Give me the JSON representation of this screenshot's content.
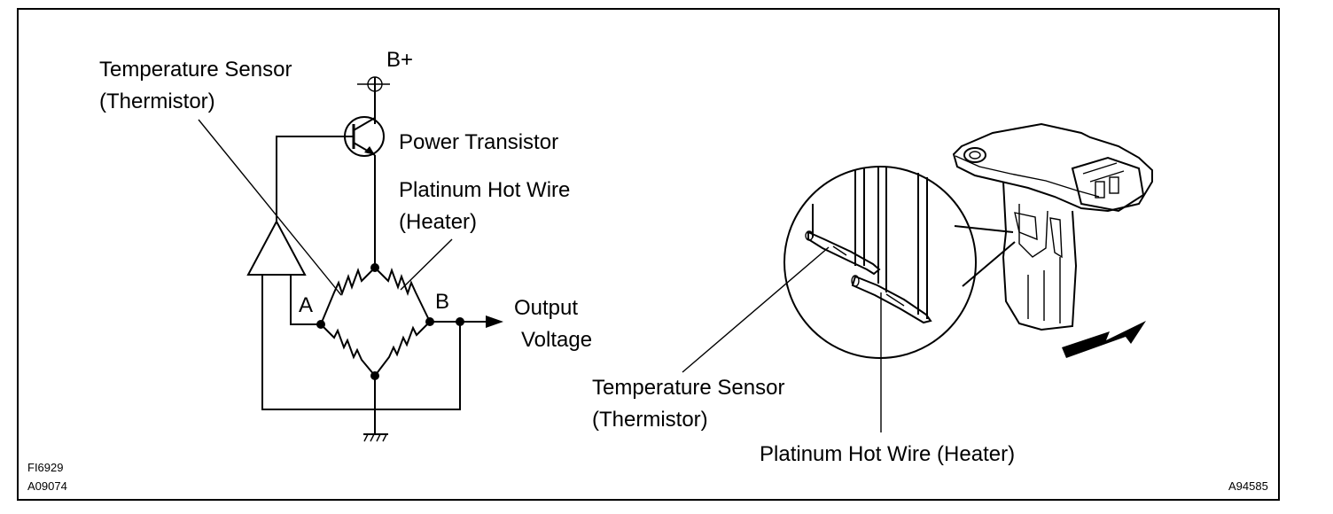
{
  "left_figure": {
    "temp_sensor_label_line1": "Temperature Sensor",
    "temp_sensor_label_line2": "(Thermistor)",
    "supply_label": "B+",
    "power_transistor_label": "Power Transistor",
    "hot_wire_label_line1": "Platinum Hot Wire",
    "hot_wire_label_line2": "(Heater)",
    "node_a_label": "A",
    "node_b_label": "B",
    "output_label_line1": "Output",
    "output_label_line2": "Voltage",
    "code_line1": "FI6929",
    "code_line2": "A09074"
  },
  "right_figure": {
    "temp_sensor_label_line1": "Temperature Sensor",
    "temp_sensor_label_line2": "(Thermistor)",
    "hot_wire_label": "Platinum Hot Wire (Heater)",
    "code": "A94585"
  }
}
